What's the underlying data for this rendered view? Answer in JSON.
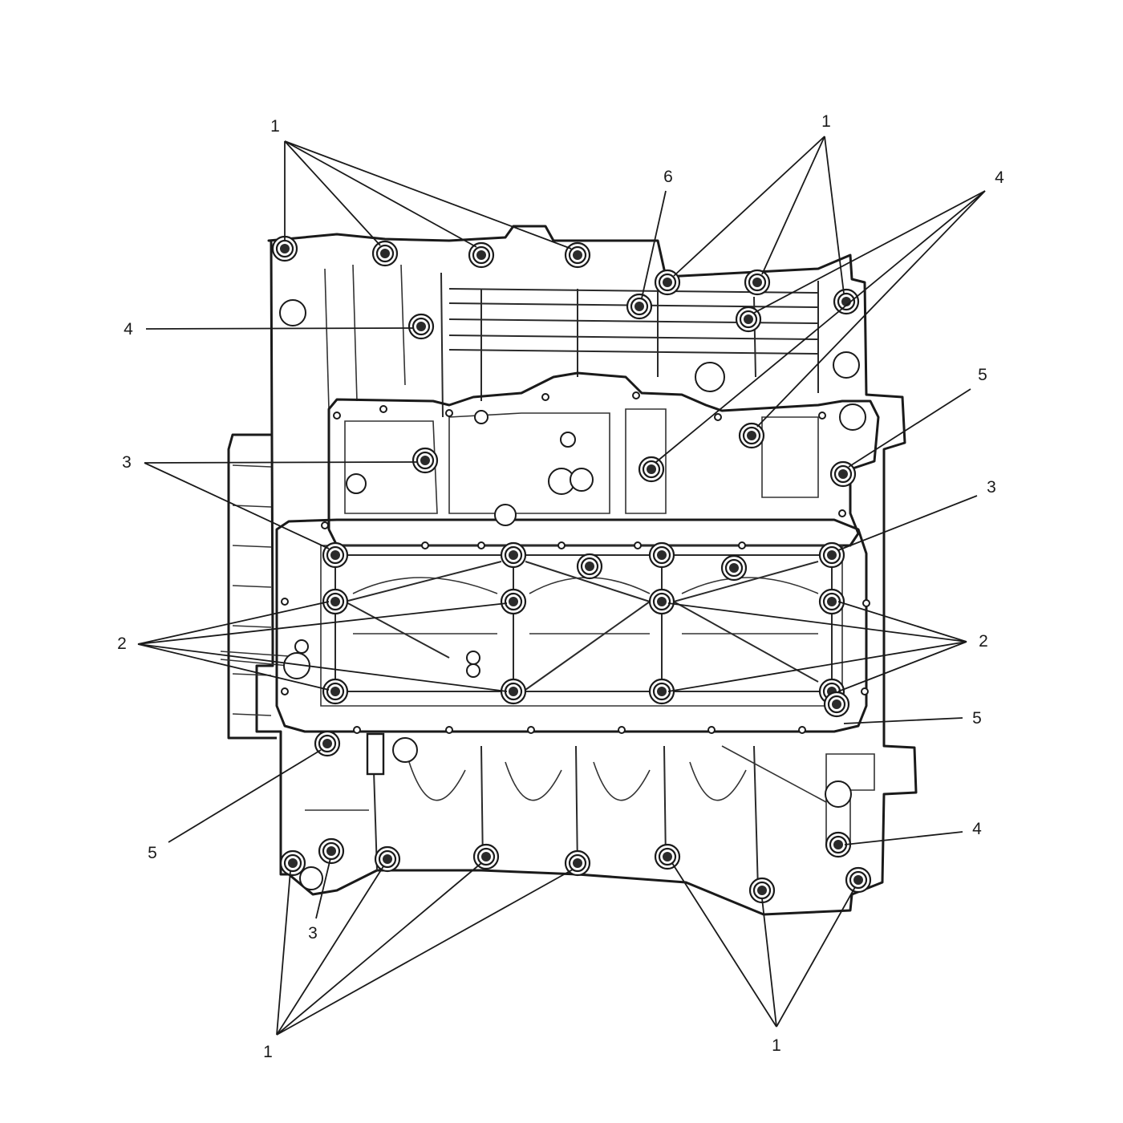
{
  "diagram": {
    "labels": {
      "bolt_1": "1",
      "bolt_2": "2",
      "bolt_3": "3",
      "bolt_4": "4",
      "bolt_5": "5",
      "bolt_6": "6"
    },
    "colors": {
      "line": "#1a1a1a",
      "background": "#ffffff",
      "bolt_core": "#2b2b2b"
    }
  }
}
